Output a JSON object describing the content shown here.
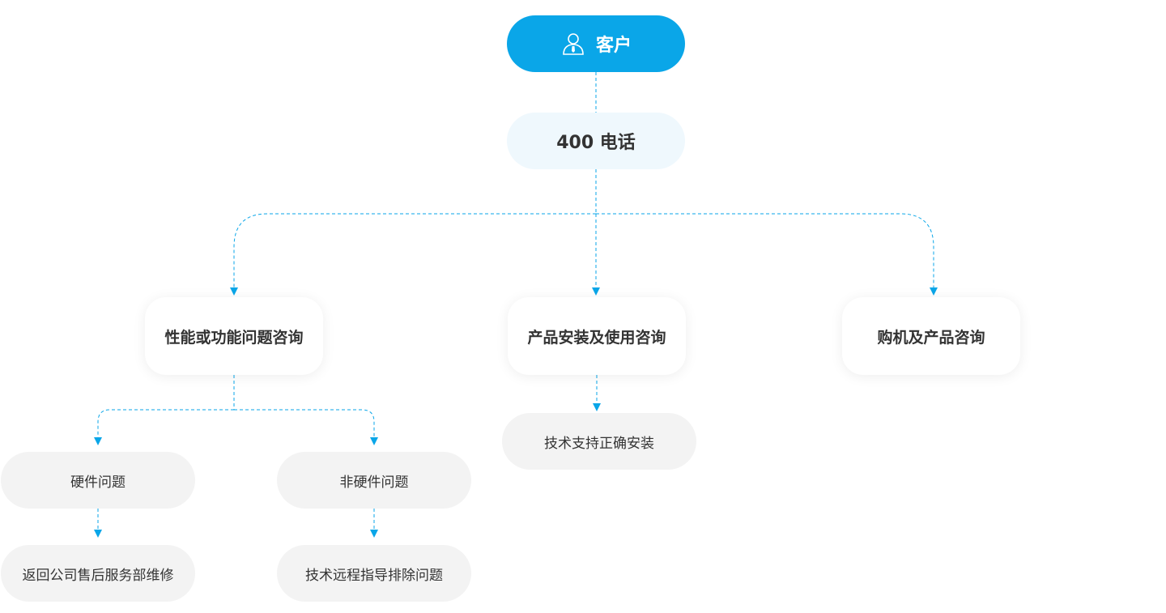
{
  "root": {
    "label": "客户",
    "icon": "user-icon"
  },
  "phone": {
    "label": "400 电话"
  },
  "categories": [
    {
      "label": "性能或功能问题咨询"
    },
    {
      "label": "产品安装及使用咨询"
    },
    {
      "label": "购机及产品咨询"
    }
  ],
  "sub": {
    "hardware": {
      "label": "硬件问题"
    },
    "non_hardware": {
      "label": "非硬件问题"
    },
    "install_support": {
      "label": "技术支持正确安装"
    },
    "hardware_action": {
      "label": "返回公司售后服务部维修"
    },
    "non_hardware_action": {
      "label": "技术远程指导排除问题"
    }
  },
  "colors": {
    "accent": "#0aa6e8",
    "connector": "#0aa6e8",
    "leaf_bg": "#f3f3f3",
    "phone_bg": "#eff8fd"
  }
}
